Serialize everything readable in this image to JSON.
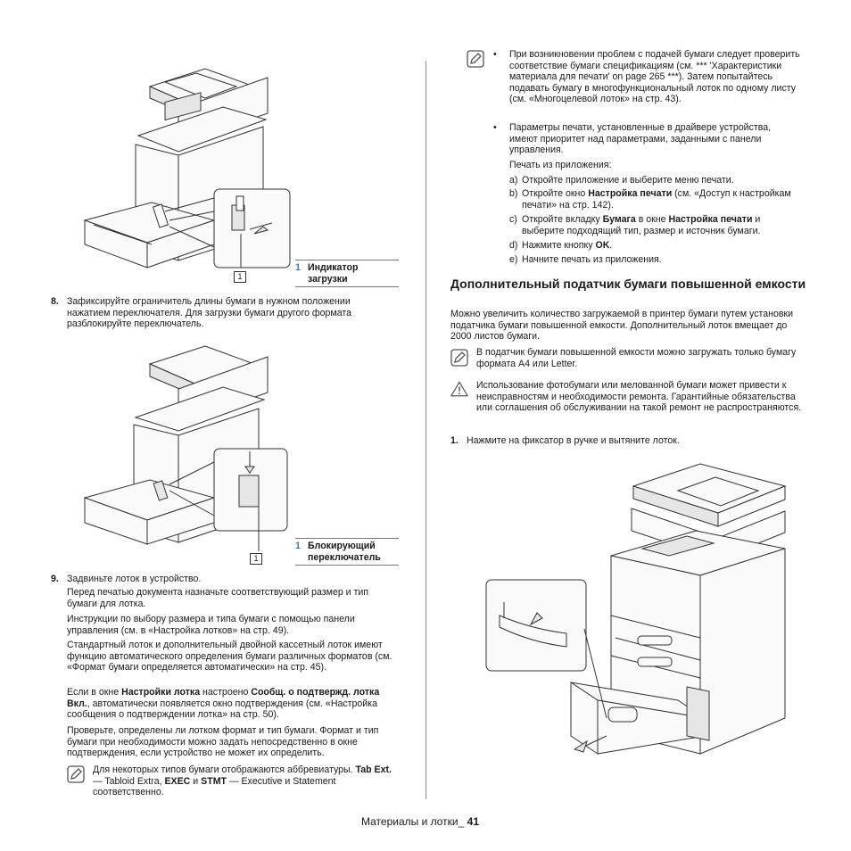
{
  "left": {
    "caption1": {
      "num": "1",
      "label": "Индикатор загрузки"
    },
    "callout1": "1",
    "step8": {
      "num": "8.",
      "text": "Зафиксируйте ограничитель длины бумаги в нужном положении нажатием переключателя. Для загрузки бумаги другого формата разблокируйте переключатель."
    },
    "caption2": {
      "num": "1",
      "label": "Блокирующий переключатель"
    },
    "callout2": "1",
    "step9": {
      "num": "9.",
      "text": "Задвиньте лоток в устройство.",
      "p1": "Перед печатью документа назначьте соответствующий размер и тип бумаги для лотка.",
      "p2": "Инструкции по выбору размера и типа бумаги с помощью панели управления (см. в «Настройка лотков» на стр. 49).",
      "p3": "Стандартный лоток и дополнительный двойной кассетный лоток имеют функцию автоматического определения бумаги различных форматов (см. «Формат бумаги определяется автоматически» на стр. 45).",
      "p4_a": "Если в окне ",
      "p4_b1": "Настройки лотка",
      "p4_c": " настроено ",
      "p4_b2": "Сообщ. о подтвержд. лотка Вкл.",
      "p4_d": ", автоматически появляется окно подтверждения (см. «Настройка сообщения о подтверждении лотка» на стр. 50).",
      "p5": "Проверьте, определены ли лотком формат и тип бумаги. Формат и тип бумаги при необходимости можно задать непосредственно в окне подтверждения, если устройство не может их определить."
    },
    "note": {
      "a": "Для некоторых типов бумаги отображаются аббревиатуры. ",
      "b1": "Tab Ext.",
      "c": " — Tabloid Extra, ",
      "b2": "EXEC",
      "d": " и ",
      "b3": "STMT",
      "e": " — Executive и Statement соответственно."
    }
  },
  "right": {
    "note_bullet1": "При возникновении проблем с подачей бумаги следует проверить соответствие бумаги спецификациям (см. *** 'Характеристики материала для печати' on page 265 ***). Затем попытайтесь подавать бумагу в многофункциональный лоток по одному листу (см. «Многоцелевой лоток» на стр. 43).",
    "note_bullet2": "Параметры печати, установленные в драйвере устройства, имеют приоритет над параметрами, заданными с панели управления.",
    "print_from_app": "Печать из приложения:",
    "sub_a": {
      "l": "a)",
      "t": "Откройте приложение и выберите меню печати."
    },
    "sub_b": {
      "l": "b)",
      "t1": "Откройте окно ",
      "b": "Настройка печати",
      "t2": " (см. «Доступ к настройкам печати» на стр. 142)."
    },
    "sub_c": {
      "l": "c)",
      "t1": "Откройте вкладку ",
      "b1": "Бумага",
      "t2": " в окне ",
      "b2": "Настройка печати",
      "t3": " и выберите подходящий тип, размер и источник бумаги."
    },
    "sub_d": {
      "l": "d)",
      "t1": "Нажмите кнопку ",
      "b": "OK",
      "t2": "."
    },
    "sub_e": {
      "l": "e)",
      "t": "Начните печать из приложения."
    },
    "section_title": "Дополнительный податчик бумаги повышенной емкости",
    "intro": "Можно увеличить количество загружаемой в принтер бумаги путем установки податчика бумаги повышенной емкости. Дополнительный лоток вмещает до 2000 листов бумаги.",
    "note2": "В податчик бумаги повышенной емкости можно загружать только бумагу формата A4 или Letter.",
    "warning": "Использование фотобумаги или мелованной бумаги может привести к неисправностям и необходимости ремонта. Гарантийные обязательства или соглашения об обслуживании на такой ремонт не распространяются.",
    "step1": {
      "num": "1.",
      "text": "Нажмите на фиксатор в ручке и вытяните лоток."
    }
  },
  "footer": {
    "text": "Материалы и лотки_ ",
    "page": "41"
  },
  "icons": {
    "note": "note-pencil-icon",
    "warning": "warning-triangle-icon"
  },
  "colors": {
    "accent": "#3a7bb8"
  }
}
